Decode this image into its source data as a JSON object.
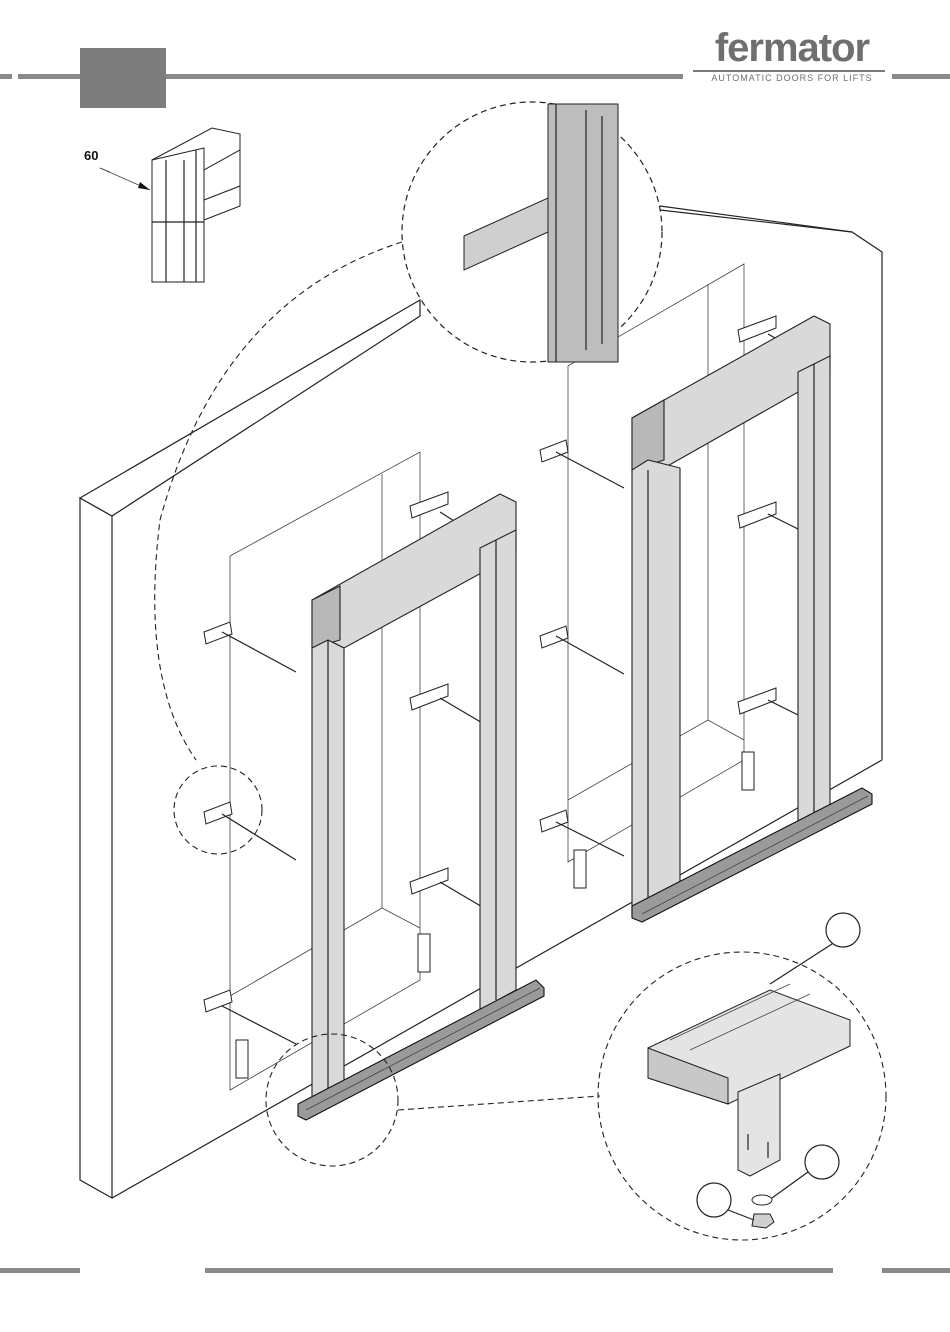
{
  "brand": {
    "name": "fermator",
    "tagline": "AUTOMATIC DOORS FOR LIFTS"
  },
  "detail": {
    "dimension_label": "60"
  },
  "colors": {
    "rule_gray": "#8a8a8a",
    "tab_gray": "#7d7d7d",
    "frame_fill": "#d9d9d9"
  }
}
